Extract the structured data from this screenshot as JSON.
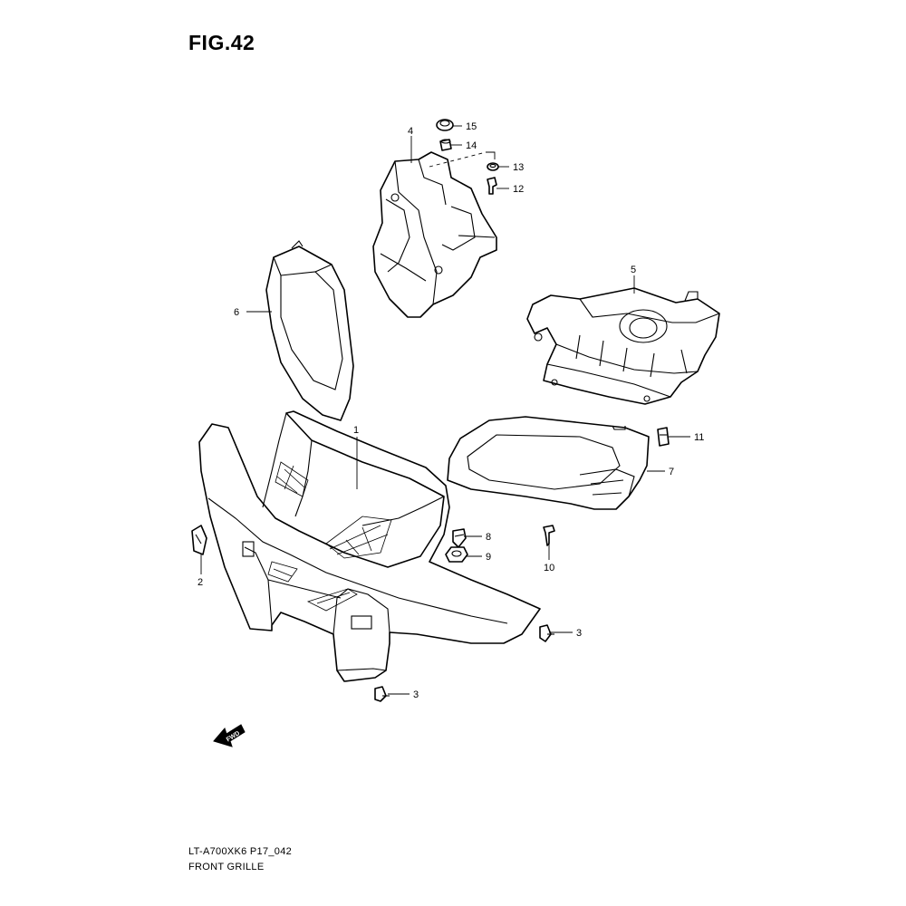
{
  "figure": {
    "title": "FIG.42",
    "code": "LT-A700XK6 P17_042",
    "name": "FRONT GRILLE",
    "arrow_label": "FWD"
  },
  "callouts": {
    "c1": "1",
    "c2": "2",
    "c3a": "3",
    "c3b": "3",
    "c4": "4",
    "c5": "5",
    "c6": "6",
    "c7": "7",
    "c8": "8",
    "c9": "9",
    "c10": "10",
    "c11": "11",
    "c12": "12",
    "c13": "13",
    "c14": "14",
    "c15": "15"
  }
}
